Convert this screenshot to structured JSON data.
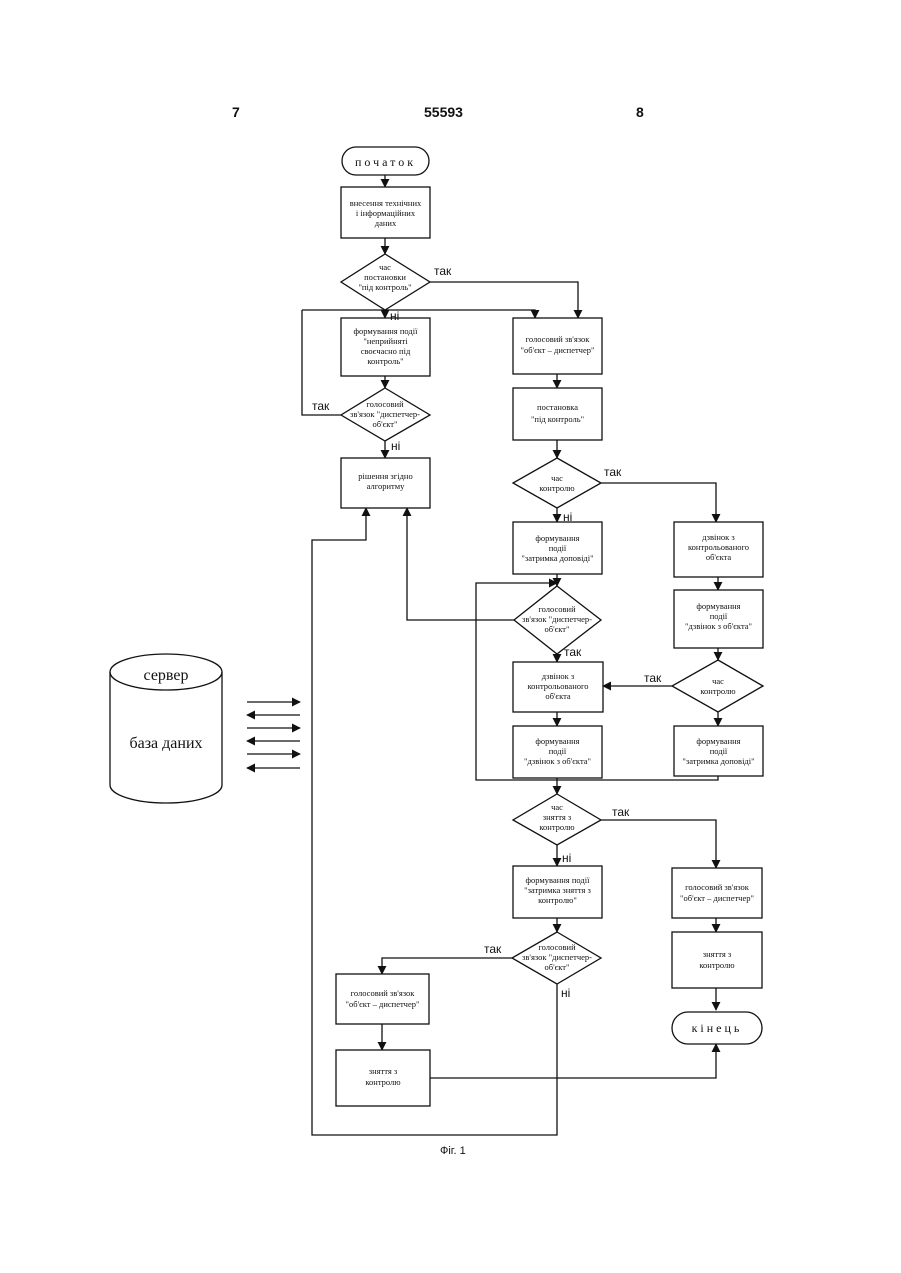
{
  "header": {
    "left_page": "7",
    "patent_number": "55593",
    "right_page": "8"
  },
  "caption": "Фіг. 1",
  "server": {
    "title": "сервер",
    "subtitle": "база даних"
  },
  "edge_labels": {
    "yes": "так",
    "no": "ні"
  },
  "nodes": {
    "start": [
      "початок"
    ],
    "n1": [
      "внесення технічних",
      "і інформаційних",
      "даних"
    ],
    "d1": [
      "час",
      "постановки",
      "\"під контроль\""
    ],
    "n2": [
      "формування події",
      "\"неприйняті",
      "своєчасно під",
      "контроль\""
    ],
    "d2": [
      "голосовий",
      "зв'язок \"диспетчер-",
      "об'єкт\""
    ],
    "n3": [
      "рішення згідно",
      "алгоритму"
    ],
    "n4": [
      "голосовий зв'язок",
      "\"об'єкт – диспетчер\""
    ],
    "n5": [
      "постановка",
      "\"під контроль\""
    ],
    "d3": [
      "час",
      "контролю"
    ],
    "n6": [
      "формування",
      "події",
      "\"затримка доповіді\""
    ],
    "n7": [
      "дзвінок з",
      "контрольованого",
      "об'єкта"
    ],
    "d4": [
      "голосовий",
      "зв'язок \"диспетчер-",
      "об'єкт\""
    ],
    "n8": [
      "формування",
      "події",
      "\"дзвінок з об'єкта\""
    ],
    "n9": [
      "дзвінок з",
      "контрольованого",
      "об'єкта"
    ],
    "d5": [
      "час",
      "контролю"
    ],
    "n10": [
      "формування",
      "події",
      "\"дзвінок з об'єкта\""
    ],
    "n11": [
      "формування",
      "події",
      "\"затримка доповіді\""
    ],
    "d6": [
      "час",
      "зняття з",
      "контролю"
    ],
    "n12": [
      "формування події",
      "\"затримка зняття з",
      "контролю\""
    ],
    "n13": [
      "голосовий зв'язок",
      "\"об'єкт – диспетчер\""
    ],
    "d7": [
      "голосовий",
      "зв'язок \"диспетчер-",
      "об'єкт\""
    ],
    "n14": [
      "голосовий зв'язок",
      "\"об'єкт – диспетчер\""
    ],
    "n15": [
      "зняття з",
      "контролю"
    ],
    "n16": [
      "зняття з",
      "контролю"
    ],
    "end": [
      "кінець"
    ]
  }
}
